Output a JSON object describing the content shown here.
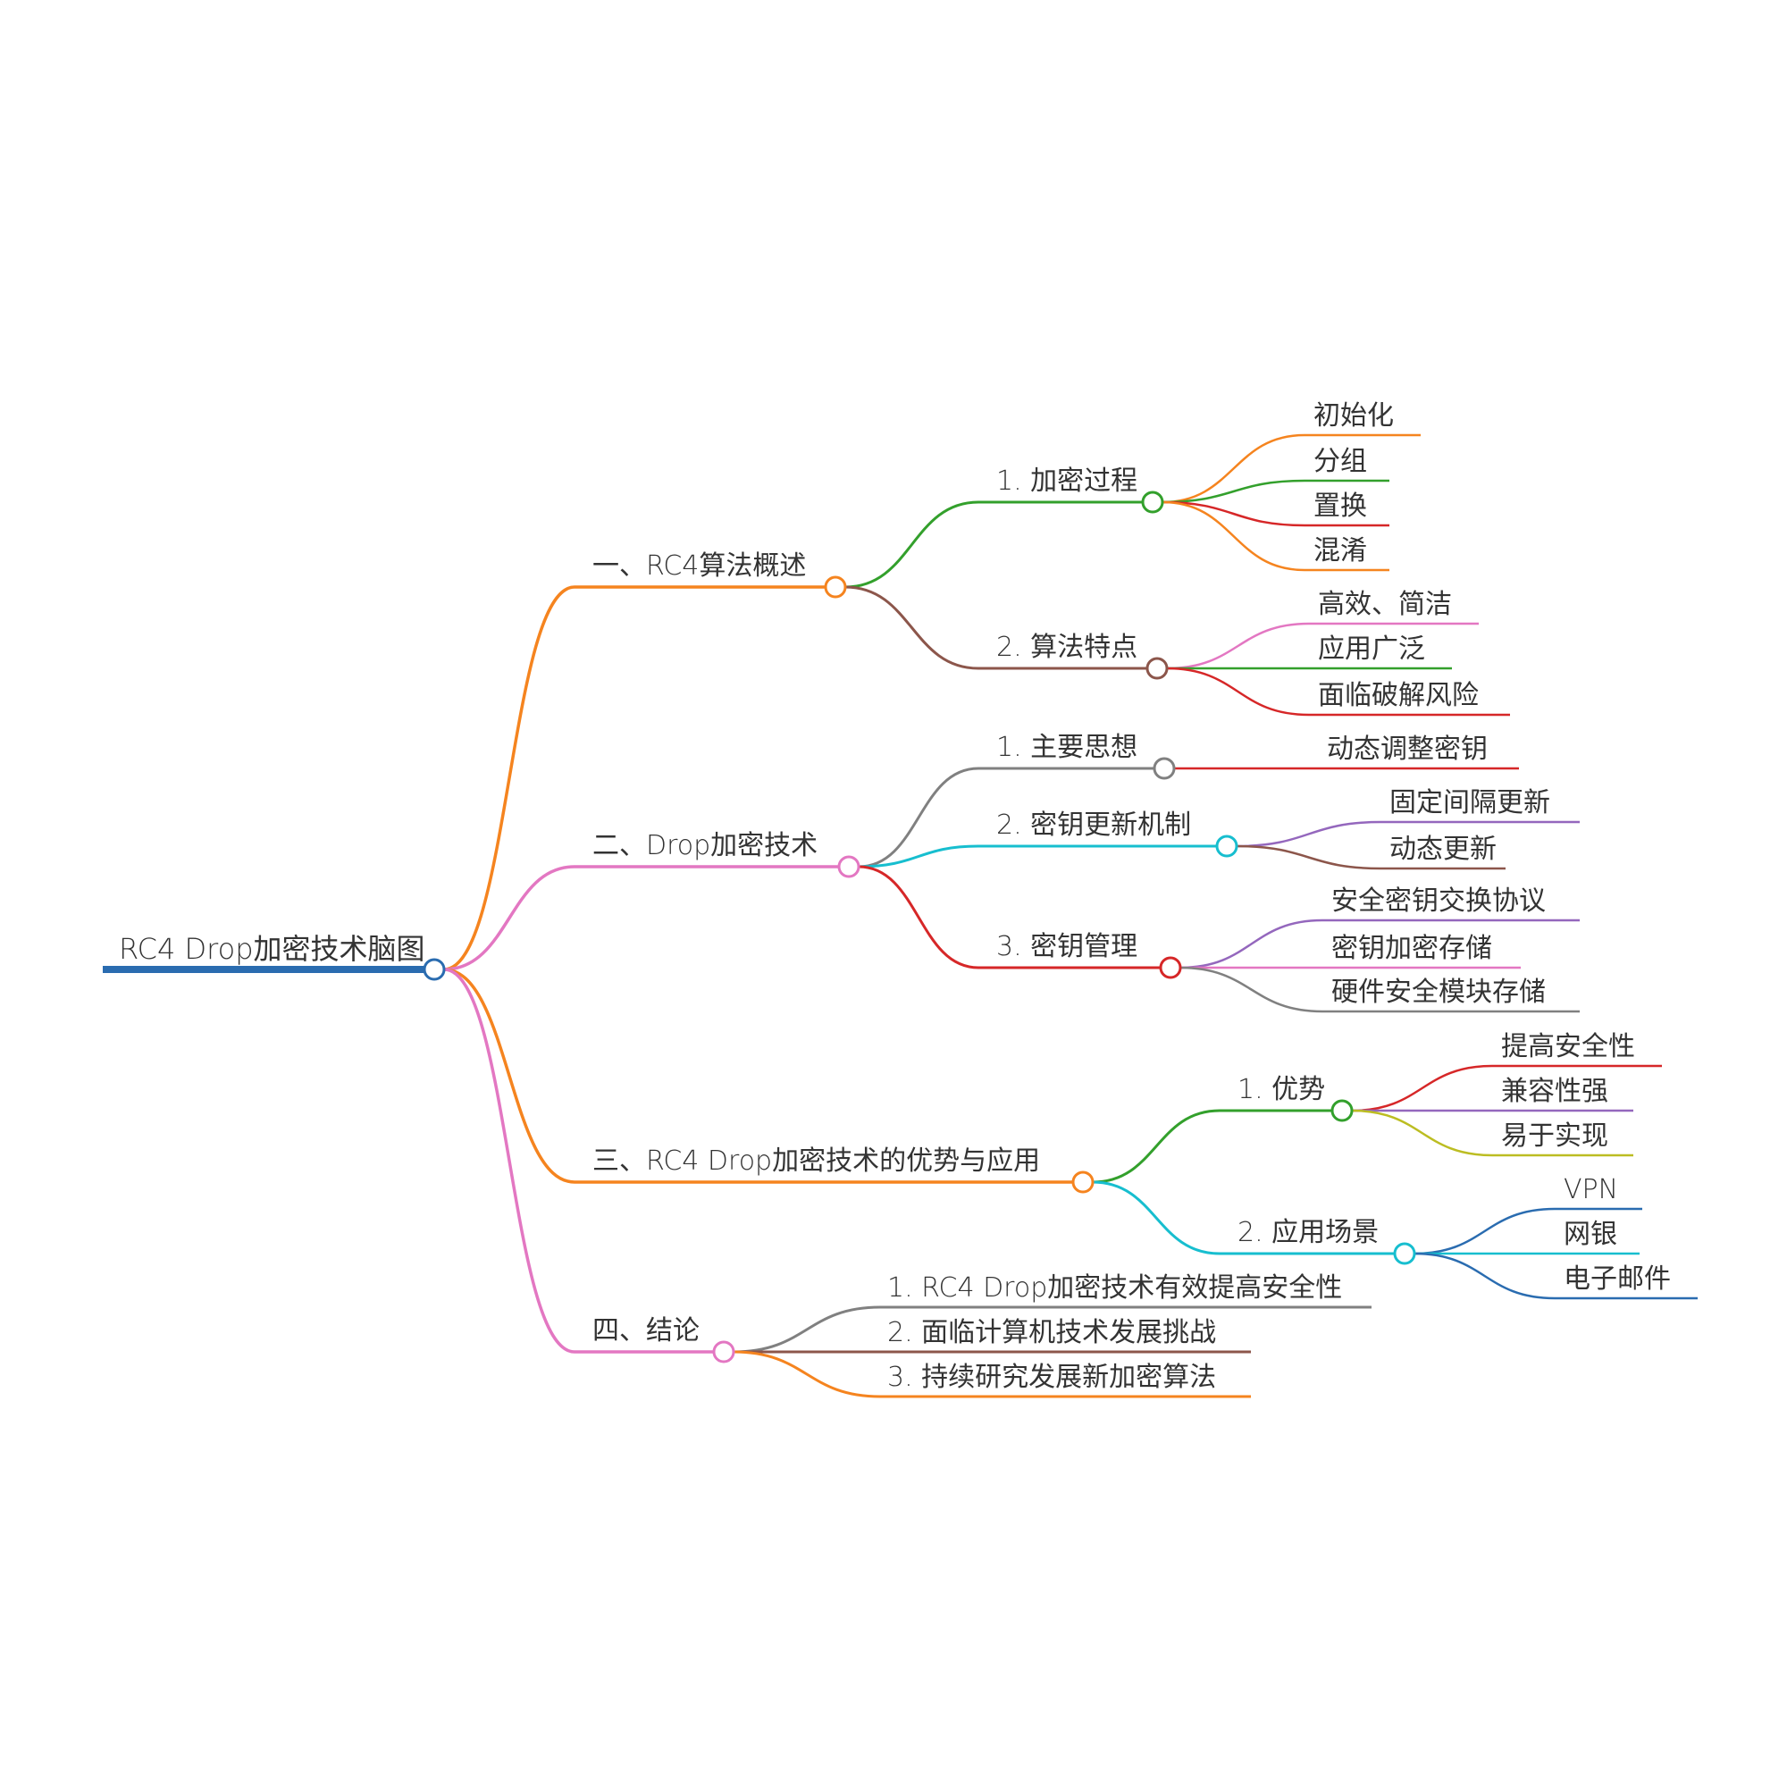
{
  "root": {
    "label": "RC4 Drop加密技术脑图",
    "color": "#2a6cb0"
  },
  "branches": [
    {
      "label": "一、RC4算法概述",
      "color": "#f5841f",
      "children": [
        {
          "label": "1. 加密过程",
          "color": "#33a02c",
          "children": [
            {
              "label": "初始化",
              "color": "#f5841f"
            },
            {
              "label": "分组",
              "color": "#33a02c"
            },
            {
              "label": "置换",
              "color": "#d62728"
            },
            {
              "label": "混淆",
              "color": "#f5841f"
            }
          ]
        },
        {
          "label": "2. 算法特点",
          "color": "#8c564b",
          "children": [
            {
              "label": "高效、简洁",
              "color": "#e377c2"
            },
            {
              "label": "应用广泛",
              "color": "#33a02c"
            },
            {
              "label": "面临破解风险",
              "color": "#d62728"
            }
          ]
        }
      ]
    },
    {
      "label": "二、Drop加密技术",
      "color": "#e377c2",
      "children": [
        {
          "label": "1. 主要思想",
          "color": "#808080",
          "children": [
            {
              "label": "动态调整密钥",
              "color": "#d62728"
            }
          ]
        },
        {
          "label": "2. 密钥更新机制",
          "color": "#17becf",
          "children": [
            {
              "label": "固定间隔更新",
              "color": "#9467bd"
            },
            {
              "label": "动态更新",
              "color": "#8c564b"
            }
          ]
        },
        {
          "label": "3. 密钥管理",
          "color": "#d62728",
          "children": [
            {
              "label": "安全密钥交换协议",
              "color": "#9467bd"
            },
            {
              "label": "密钥加密存储",
              "color": "#e377c2"
            },
            {
              "label": "硬件安全模块存储",
              "color": "#808080"
            }
          ]
        }
      ]
    },
    {
      "label": "三、RC4 Drop加密技术的优势与应用",
      "color": "#f5841f",
      "children": [
        {
          "label": "1. 优势",
          "color": "#33a02c",
          "children": [
            {
              "label": "提高安全性",
              "color": "#d62728"
            },
            {
              "label": "兼容性强",
              "color": "#9467bd"
            },
            {
              "label": "易于实现",
              "color": "#bcbd22"
            }
          ]
        },
        {
          "label": "2. 应用场景",
          "color": "#17becf",
          "children": [
            {
              "label": "VPN",
              "color": "#2a6cb0"
            },
            {
              "label": "网银",
              "color": "#17becf"
            },
            {
              "label": "电子邮件",
              "color": "#2a6cb0"
            }
          ]
        }
      ]
    },
    {
      "label": "四、结论",
      "color": "#e377c2",
      "children": [
        {
          "label": "1. RC4 Drop加密技术有效提高安全性",
          "color": "#808080",
          "children": []
        },
        {
          "label": "2. 面临计算机技术发展挑战",
          "color": "#8c564b",
          "children": []
        },
        {
          "label": "3. 持续研究发展新加密算法",
          "color": "#f5841f",
          "children": []
        }
      ]
    }
  ]
}
